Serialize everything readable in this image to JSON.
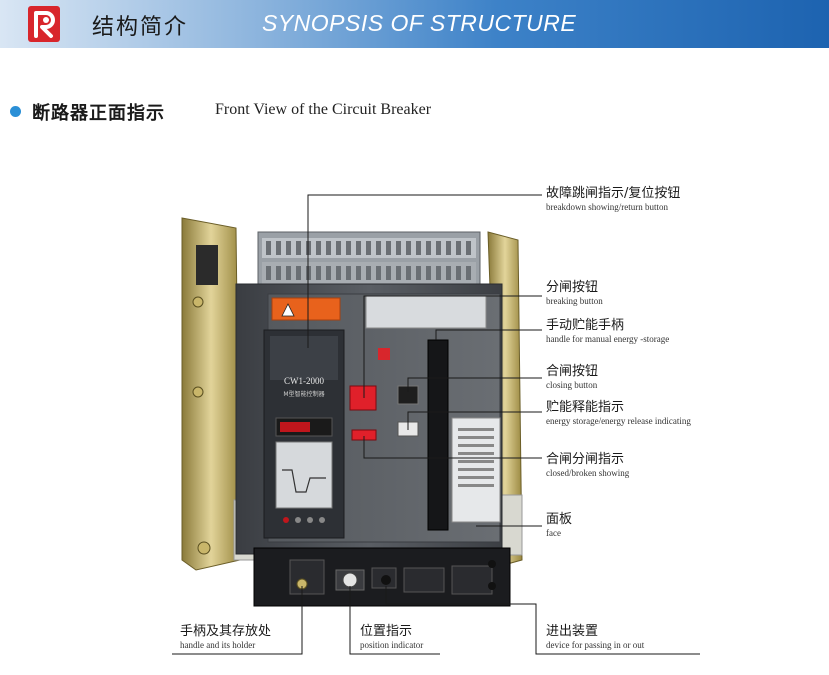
{
  "header": {
    "title_cn": "结构简介",
    "title_en": "SYNOPSIS OF STRUCTURE",
    "logo_color": "#d8262c"
  },
  "section": {
    "title_cn": "断路器正面指示",
    "title_en": "Front View of the Circuit Breaker"
  },
  "device": {
    "model_text": "CW1-2000",
    "controller_text": "M型智能控制器"
  },
  "labels": {
    "breakdown": {
      "cn": "故障跳闸指示/复位按钮",
      "en": "breakdown showing/return button"
    },
    "breaking": {
      "cn": "分闸按钮",
      "en": "breaking button"
    },
    "handle_energy": {
      "cn": "手动贮能手柄",
      "en": "handle for manual energy -storage"
    },
    "closing": {
      "cn": "合闸按钮",
      "en": "closing button"
    },
    "energy_release": {
      "cn": "贮能释能指示",
      "en": "energy storage/energy release indicating"
    },
    "closed_broken": {
      "cn": "合闸分闸指示",
      "en": "closed/broken showing"
    },
    "face": {
      "cn": "面板",
      "en": "face"
    },
    "handle_holder": {
      "cn": "手柄及其存放处",
      "en": "handle and its holder"
    },
    "position": {
      "cn": "位置指示",
      "en": "position indicator"
    },
    "passing": {
      "cn": "进出装置",
      "en": "device for passing in or out"
    }
  },
  "colors": {
    "accent_blue": "#2a8fd6",
    "warning_orange": "#e8621c",
    "button_red": "#e0202a"
  }
}
